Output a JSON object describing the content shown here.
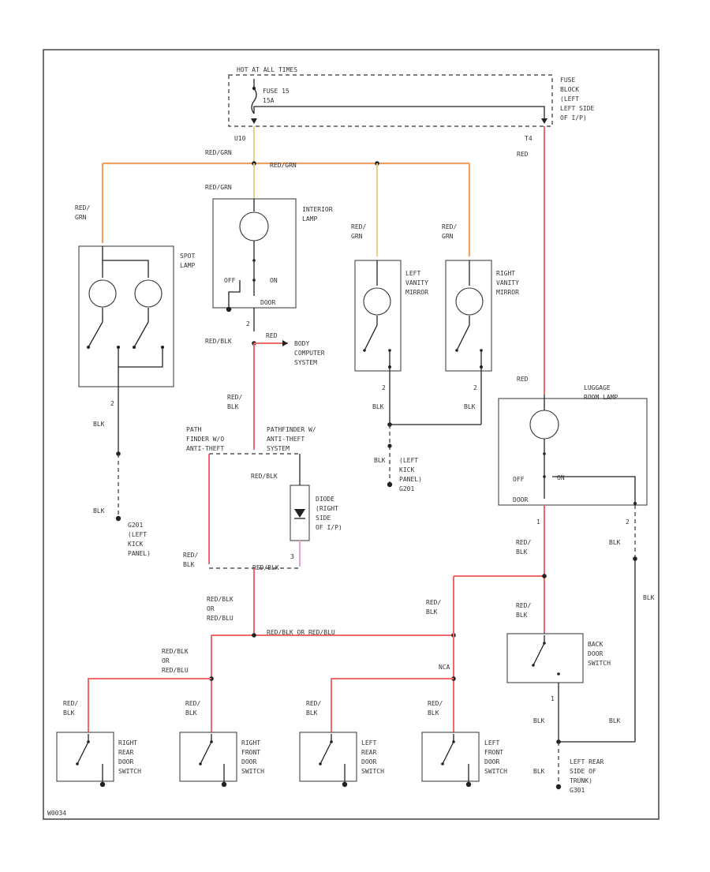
{
  "colors": {
    "red": "#f06a6a",
    "red_grn": "#f0a060",
    "red_grn_light": "#e8d28a",
    "pink": "#e8a0d8",
    "black": "#222222"
  },
  "fuse": {
    "hot_at_all_times": "HOT AT ALL TIMES",
    "fuse_name": "FUSE 15",
    "fuse_rating": "15A",
    "block_label": [
      "FUSE",
      "BLOCK",
      "(LEFT",
      "LEFT SIDE",
      "OF I/P)"
    ],
    "terminal_left": "U10",
    "terminal_right": "T4"
  },
  "wires": {
    "red_grn_main": "RED/GRN",
    "red_grn_bus": "RED/GRN",
    "red_grn_mid": "RED/GRN",
    "red_grn_left": [
      "RED/",
      "GRN"
    ],
    "red_grn_lm": [
      "RED/",
      "GRN"
    ],
    "red_grn_rm": [
      "RED/",
      "GRN"
    ],
    "red_right": "RED",
    "red_lug": "RED",
    "red_blk_1": "RED/BLK",
    "red_to_bcs": "RED",
    "red_blk_mid": [
      "RED/",
      "BLK"
    ],
    "red_blk_diode": "RED/BLK",
    "red_blk_left": [
      "RED/",
      "BLK"
    ],
    "red_blk_bottom": "RED/BLK",
    "red_blk_or": [
      "RED/BLK",
      "OR",
      "RED/BLU"
    ],
    "red_blk_bus": "RED/BLK OR RED/BLU",
    "red_blk_or_left": [
      "RED/BLK",
      "OR",
      "RED/BLU"
    ],
    "red_blk_lug": [
      "RED/",
      "BLK"
    ],
    "red_blk_r1": [
      "RED/",
      "BLK"
    ],
    "red_blk_r2": [
      "RED/",
      "BLK"
    ],
    "nca": "NCA",
    "blk_spot": "BLK",
    "blk_spot2": "BLK",
    "blk_mirrors_l": "BLK",
    "blk_mirrors_r": "BLK",
    "blk_lug": "BLK",
    "blk_lug2": "BLK",
    "blk_trunk": "BLK",
    "blk_ground": "BLK",
    "pin_1": "1",
    "pin_2": "2",
    "pin_3": "3"
  },
  "components": {
    "spot_lamp": [
      "SPOT",
      "LAMP"
    ],
    "interior_lamp": [
      "INTERIOR",
      "LAMP"
    ],
    "interior_off": "OFF",
    "interior_on": "ON",
    "interior_door": "DOOR",
    "left_mirror": [
      "LEFT",
      "VANITY",
      "MIRROR"
    ],
    "right_mirror": [
      "RIGHT",
      "VANITY",
      "MIRROR"
    ],
    "body_computer": [
      "BODY",
      "COMPUTER",
      "SYSTEM"
    ],
    "path_finder": [
      "PATH",
      "FINDER W/O",
      "ANTI-THEFT"
    ],
    "path_finder_with": [
      "PATHFINDER W/",
      "ANTI-THEFT",
      "SYSTEM"
    ],
    "diode": [
      "DIODE",
      "(RIGHT",
      "SIDE",
      "OF I/P)"
    ],
    "luggage_lamp": [
      "LUGGAGE",
      "ROOM LAMP"
    ],
    "lug_off": "OFF",
    "lug_on": "ON",
    "lug_door": "DOOR",
    "back_door_switch": [
      "BACK",
      "DOOR",
      "SWITCH"
    ],
    "right_rear_door_switch": [
      "RIGHT",
      "REAR",
      "DOOR",
      "SWITCH"
    ],
    "right_front_door_switch": [
      "RIGHT",
      "FRONT",
      "DOOR",
      "SWITCH"
    ],
    "left_rear_door_switch": [
      "LEFT",
      "REAR",
      "DOOR",
      "SWITCH"
    ],
    "left_front_door_switch": [
      "LEFT",
      "FRONT",
      "DOOR",
      "SWITCH"
    ]
  },
  "grounds": {
    "g201": [
      "G201",
      "(LEFT",
      "KICK",
      "PANEL)"
    ],
    "g_mirrors": [
      "BLK",
      "(LEFT",
      "KICK",
      "PANEL)",
      "G201"
    ],
    "g_trunk": [
      "LEFT REAR",
      "SIDE OF",
      "TRUNK)",
      "G301"
    ]
  },
  "footer": {
    "code": "W0034"
  }
}
